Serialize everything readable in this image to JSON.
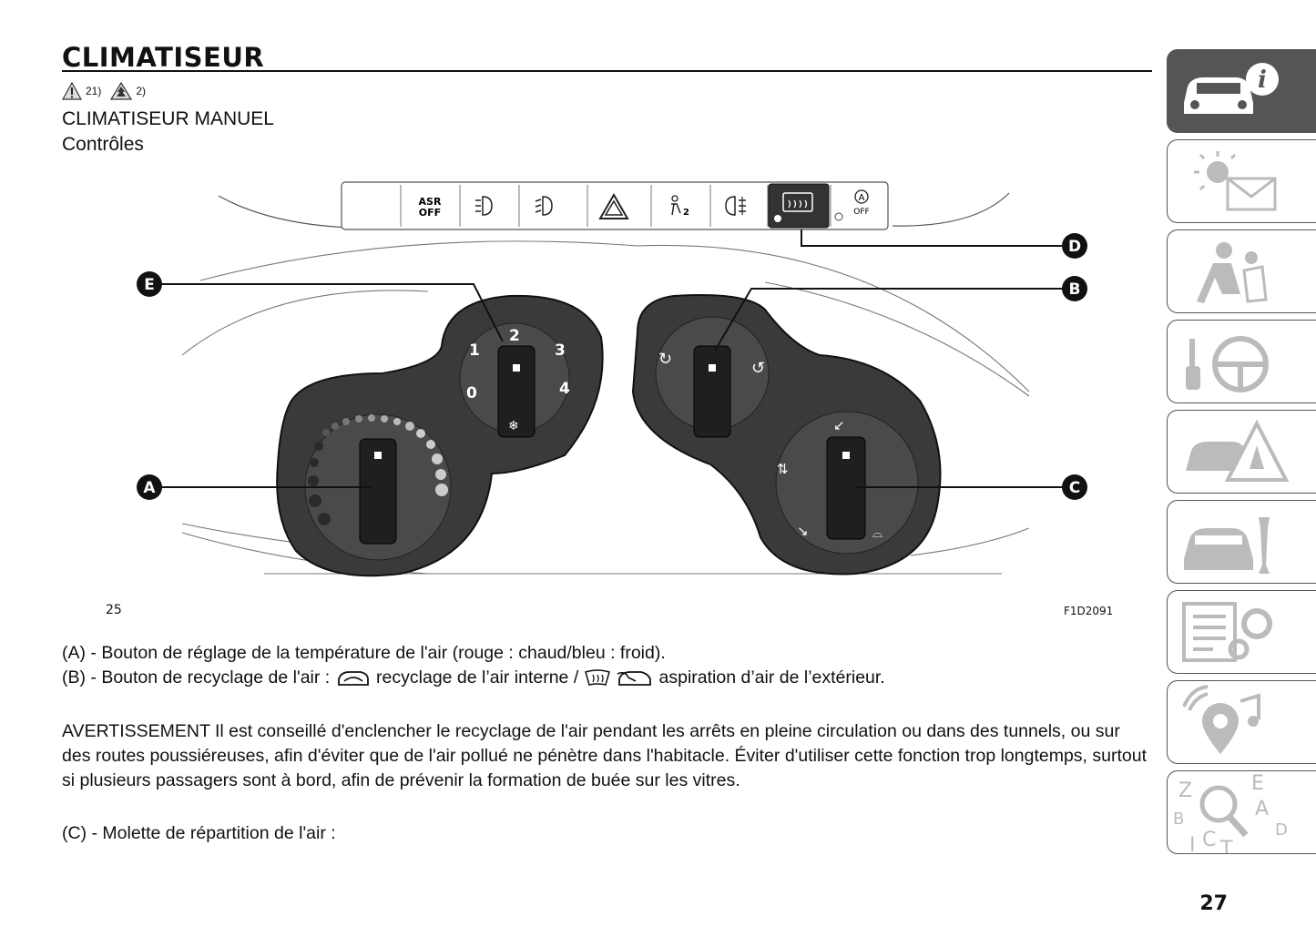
{
  "header": {
    "title": "CLIMATISEUR",
    "warning_refs": [
      "21)",
      "2)"
    ]
  },
  "section": {
    "title": "CLIMATISEUR MANUEL",
    "subtitle": "Contrôles"
  },
  "figure": {
    "number": "25",
    "code": "F1D2091",
    "callouts": [
      "A",
      "B",
      "C",
      "D",
      "E"
    ],
    "switch_panel": {
      "asr_label_top": "ASR",
      "asr_label_bottom": "OFF",
      "start_stop_label": "OFF",
      "start_stop_letter": "A",
      "passenger_airbag_number": "2"
    },
    "fan_knob_labels": [
      "0",
      "1",
      "2",
      "3",
      "4"
    ]
  },
  "descriptions": {
    "a_line": "(A) - Bouton de réglage de la température de l'air (rouge : chaud/bleu : froid).",
    "b_part1": "(B) - Bouton de recyclage de l'air : ",
    "b_part2": " recyclage de l’air interne / ",
    "b_part3": " aspiration d’air de l’extérieur.",
    "warning_paragraph": "AVERTISSEMENT Il est conseillé d'enclencher le recyclage de l'air pendant les arrêts en pleine circulation ou dans des tunnels, ou sur des routes poussiéreuses, afin d'éviter que de l'air pollué ne pénètre dans l'habitacle. Éviter d'utiliser cette fonction trop longtemps, surtout si plusieurs passagers sont à bord, afin de prévenir la formation de buée sur les vitres.",
    "c_line": "(C) - Molette de répartition de l'air :"
  },
  "side_tabs": {
    "icons": [
      "car-info-icon",
      "lights-message-icon",
      "seat-airbag-icon",
      "key-steering-icon",
      "warning-triangle-car-icon",
      "car-wrench-icon",
      "data-gears-icon",
      "multimedia-icon",
      "index-search-icon"
    ],
    "index_letters": [
      "Z",
      "E",
      "A",
      "B",
      "D",
      "I",
      "C",
      "T"
    ]
  },
  "footer": {
    "page_number": "27"
  }
}
